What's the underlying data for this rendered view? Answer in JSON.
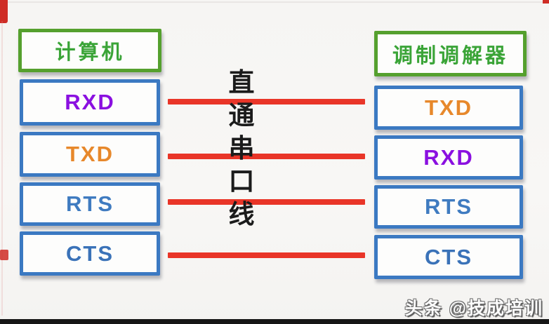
{
  "diagram": {
    "computer": {
      "title": "计算机",
      "pins": [
        {
          "label": "RXD",
          "color": "#8a10e0"
        },
        {
          "label": "TXD",
          "color": "#e7882b"
        },
        {
          "label": "RTS",
          "color": "#3f7bc0"
        },
        {
          "label": "CTS",
          "color": "#3a72b8"
        }
      ]
    },
    "modem": {
      "title": "调制调解器",
      "pins": [
        {
          "label": "TXD",
          "color": "#e7882b"
        },
        {
          "label": "RXD",
          "color": "#8a10e0"
        },
        {
          "label": "RTS",
          "color": "#3f7bc0"
        },
        {
          "label": "CTS",
          "color": "#3a72b8"
        }
      ]
    },
    "cable_label": "直通串口线",
    "cable_label_chars": [
      "直",
      "通",
      "串",
      "口",
      "线"
    ],
    "connection_count": 4
  },
  "watermark": {
    "text": "头条 @技成培训"
  },
  "colors": {
    "green_border": "#55a02e",
    "green_text": "#3aa437",
    "blue_border": "#3b79c2",
    "wire_red": "#e93528",
    "cable_text": "#1b1b1b",
    "background": "#f7f6f4",
    "bottom_bar": "#161616"
  }
}
